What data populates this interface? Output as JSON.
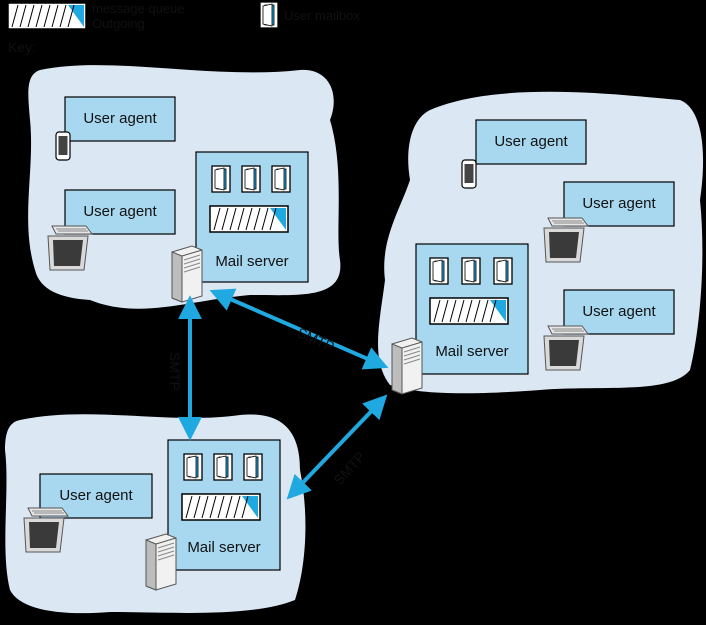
{
  "key": {
    "title": "Key:",
    "queue_label_line1": "Outgoing",
    "queue_label_line2": "message queue",
    "mailbox_label": "User mailbox"
  },
  "labels": {
    "user_agent": "User agent",
    "mail_server": "Mail server",
    "smtp": "SMTP"
  },
  "colors": {
    "cloud": "#dbe7f3",
    "box_fill": "#a8d8f0",
    "accent": "#1fa9e0",
    "outline": "#000000"
  },
  "icons": [
    "smartphone-icon",
    "laptop-icon",
    "server-tower-icon",
    "mailbox-icon",
    "message-queue-icon",
    "double-arrow-icon"
  ]
}
